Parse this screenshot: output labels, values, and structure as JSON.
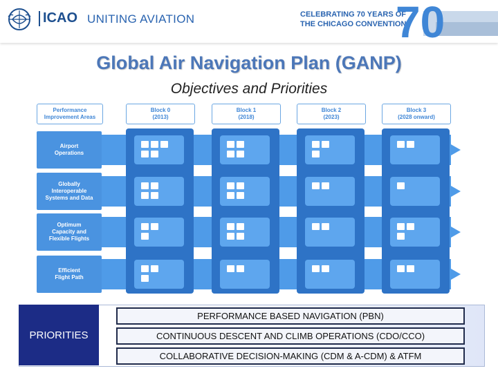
{
  "header": {
    "org_short": "ICAO",
    "slogan": "UNITING AVIATION",
    "anniversary_line1": "CELEBRATING 70 YEARS OF",
    "anniversary_line2": "THE CHICAGO CONVENTION",
    "anniversary_number": "70"
  },
  "title": "Global Air Navigation Plan (GANP)",
  "subtitle": "Objectives and Priorities",
  "chart": {
    "corner_header": [
      "Performance",
      "Improvement Areas"
    ],
    "blocks": [
      {
        "line1": "Block 0",
        "line2": "(2013)"
      },
      {
        "line1": "Block 1",
        "line2": "(2018)"
      },
      {
        "line1": "Block 2",
        "line2": "(2023)"
      },
      {
        "line1": "Block 3",
        "line2": "(2028 onward)"
      }
    ],
    "areas": [
      {
        "lines": [
          "Airport",
          "Operations"
        ]
      },
      {
        "lines": [
          "Globally",
          "Interoperable",
          "Systems and Data"
        ]
      },
      {
        "lines": [
          "Optimum",
          "Capacity and",
          "Flexible Flights"
        ]
      },
      {
        "lines": [
          "Efficient",
          "Flight Path"
        ]
      }
    ],
    "module_counts": [
      [
        5,
        4,
        3,
        2
      ],
      [
        4,
        4,
        2,
        1
      ],
      [
        3,
        4,
        2,
        3
      ],
      [
        3,
        2,
        2,
        2
      ]
    ],
    "colors": {
      "column": "#2e73c6",
      "stripe": "#4f9be8",
      "cell": "#5ea6ee",
      "row_label": "#4a93e0",
      "header_text": "#3f86d6"
    }
  },
  "priorities": {
    "label": "PRIORITIES",
    "items": [
      "PERFORMANCE BASED NAVIGATION (PBN)",
      "CONTINUOUS DESCENT AND CLIMB OPERATIONS (CDO/CCO)",
      "COLLABORATIVE DECISION-MAKING (CDM & A-CDM) & ATFM"
    ]
  }
}
